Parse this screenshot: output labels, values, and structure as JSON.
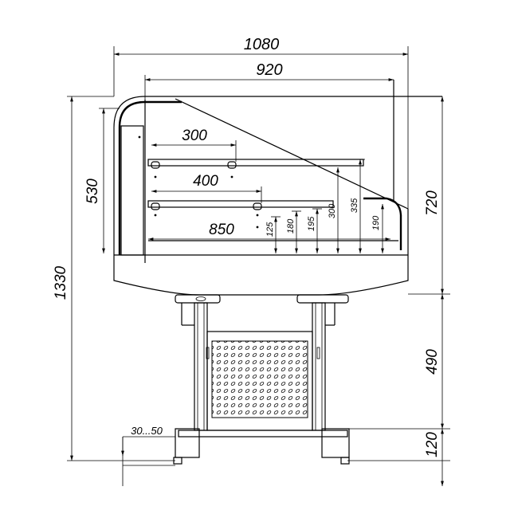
{
  "drawing": {
    "dimensions": {
      "overall_width": "1080",
      "inner_width": "920",
      "shelf_top_width": "300",
      "shelf_middle_width": "400",
      "base_shelf_width": "850",
      "glass_height": "530",
      "total_height": "1330",
      "upper_height": "720",
      "stand_height": "490",
      "foot_height": "120",
      "foot_adjust": "30...50",
      "h_125": "125",
      "h_180": "180",
      "h_195": "195",
      "h_300": "300",
      "h_335": "335",
      "h_190": "190"
    }
  }
}
